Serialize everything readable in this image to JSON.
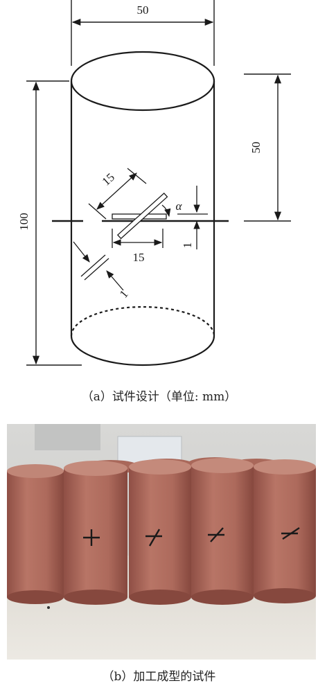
{
  "diagram": {
    "dim_top_width": "50",
    "dim_total_height": "100",
    "dim_half_height": "50",
    "dim_crack_length": "15",
    "dim_crack_projection": "15",
    "dim_crack_width_vertical": "1",
    "dim_crack_width": "1",
    "angle_symbol": "α"
  },
  "captions": {
    "a": "（a）试件设计（单位: mm）",
    "b": "（b）加工成型的试件"
  },
  "photo": {
    "marks": [
      "+",
      "+",
      "+",
      "+"
    ]
  },
  "colors": {
    "specimen": "#b36b5e",
    "specimen_shadow": "#8f4f45",
    "floor": "#e9e6e0",
    "background": "#cfcfcc"
  }
}
